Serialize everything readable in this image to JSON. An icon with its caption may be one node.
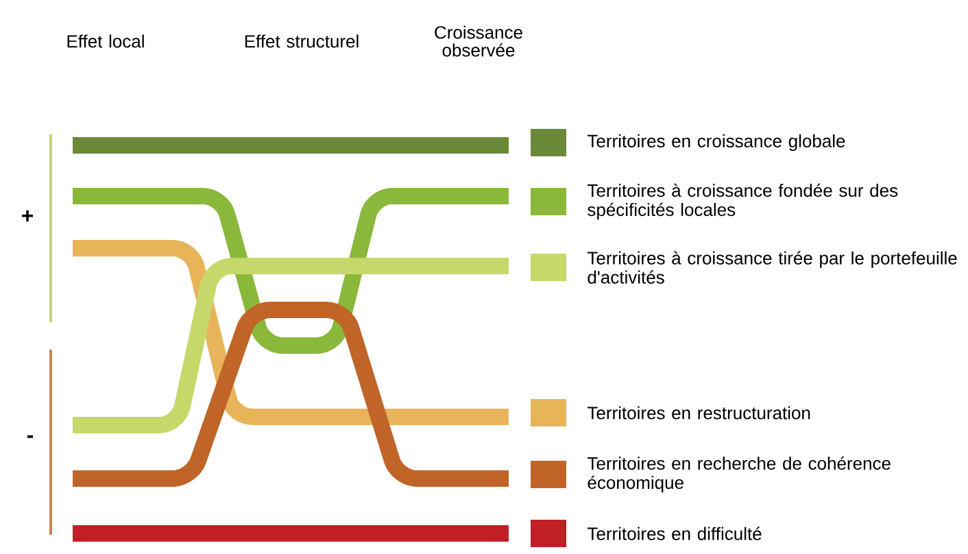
{
  "diagram": {
    "labels": [
      "Effet local",
      "Effet structurel",
      "Croissance observée",
      "+",
      "-"
    ],
    "legend": [
      {
        "text": "Territoires en croissance globale",
        "color": "#6a8a3a"
      },
      {
        "text": "Territoires à croissance fondée sur des spécificités locales",
        "color": "#8ab83a"
      },
      {
        "text": "Territoires à croissance tirée par le portefeuille d'activités",
        "color": "#c6d86a"
      },
      {
        "text": "Territoires en restructuration",
        "color": "#e8b45a"
      },
      {
        "text": "Territoires en recherche de cohérence économique",
        "color": "#c06428"
      },
      {
        "text": "Territoires en difficulté",
        "color": "#c02026"
      }
    ]
  }
}
